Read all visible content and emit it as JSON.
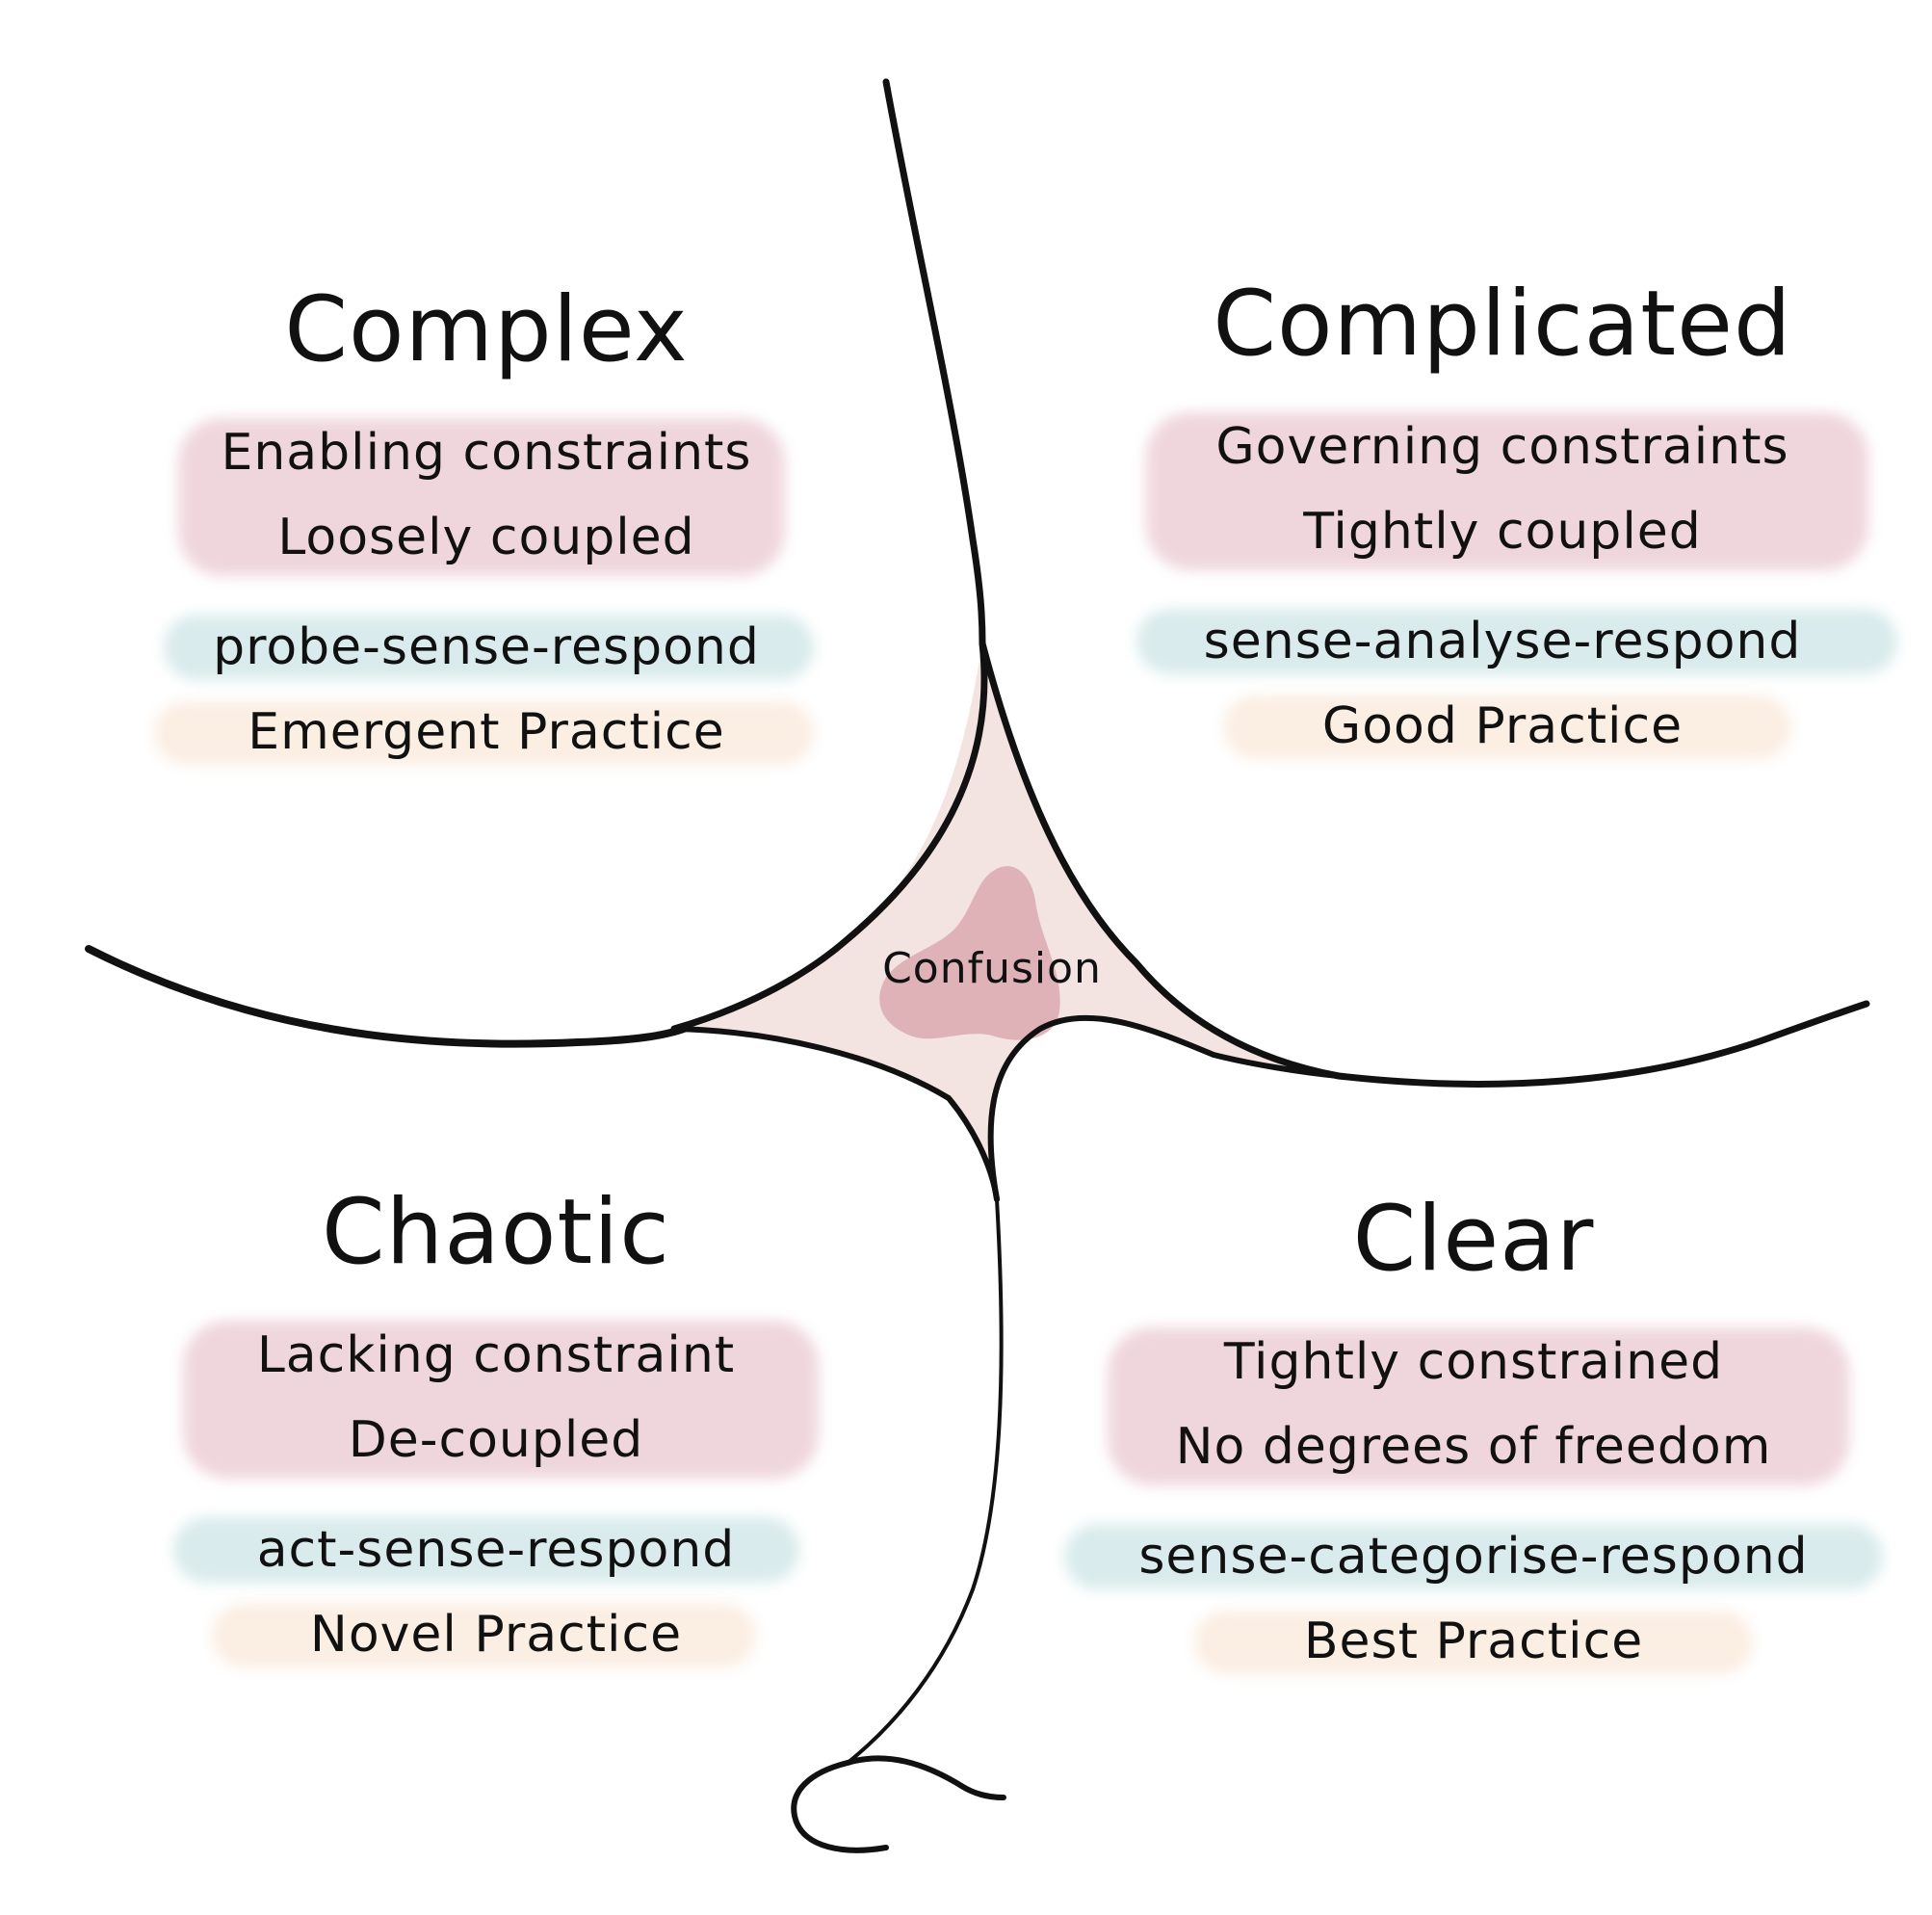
{
  "colors": {
    "constraints_wash": "#efd6dd",
    "method_wash": "#d9ebec",
    "practice_wash": "#fbeee3",
    "confusion_fill": "#f3e3e1",
    "confusion_core": "#dba9b0",
    "line": "#111111"
  },
  "confusion": {
    "label": "Confusion"
  },
  "domains": {
    "complex": {
      "title": "Complex",
      "constraint": "Enabling constraints",
      "coupling": "Loosely coupled",
      "method": "probe-sense-respond",
      "practice": "Emergent Practice"
    },
    "complicated": {
      "title": "Complicated",
      "constraint": "Governing constraints",
      "coupling": "Tightly coupled",
      "method": "sense-analyse-respond",
      "practice": "Good Practice"
    },
    "chaotic": {
      "title": "Chaotic",
      "constraint": "Lacking constraint",
      "coupling": "De-coupled",
      "method": "act-sense-respond",
      "practice": "Novel Practice"
    },
    "clear": {
      "title": "Clear",
      "constraint": "Tightly constrained",
      "coupling": "No degrees of freedom",
      "method": "sense-categorise-respond",
      "practice": "Best Practice"
    }
  }
}
